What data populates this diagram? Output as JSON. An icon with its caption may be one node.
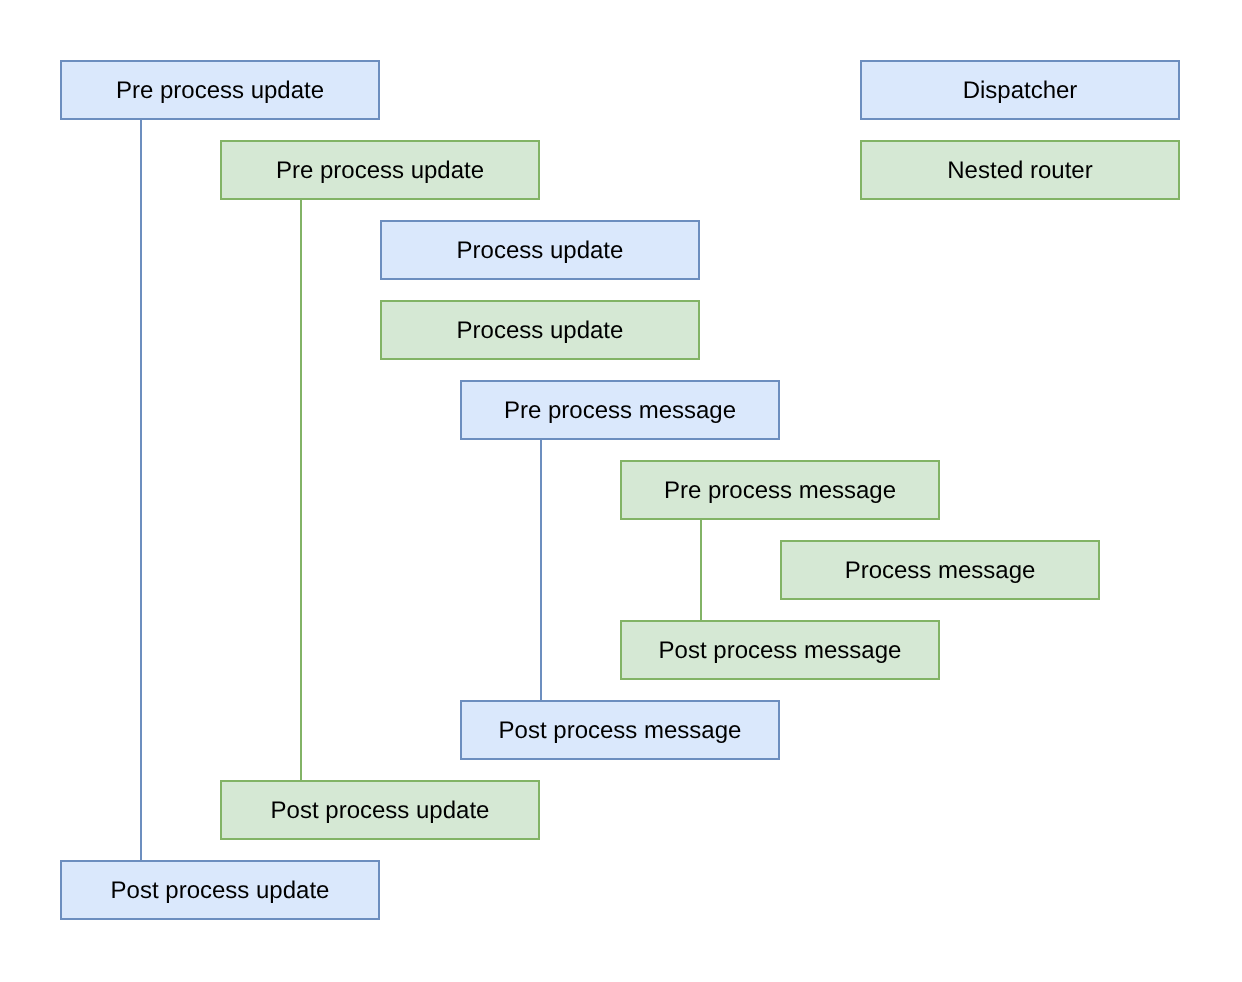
{
  "diagram": {
    "nodes": [
      {
        "text": [
          "Pre process update"
        ]
      },
      {
        "text": [
          "Pre process update"
        ]
      },
      {
        "text": [
          "Process update"
        ]
      },
      {
        "text": [
          "Process update"
        ]
      },
      {
        "text": [
          "Pre process message"
        ]
      },
      {
        "text": [
          "Pre process message"
        ]
      },
      {
        "text": [
          "Process message"
        ]
      },
      {
        "text": [
          "Post process message"
        ]
      },
      {
        "text": [
          "Post process message"
        ]
      },
      {
        "text": [
          "Post process update"
        ]
      },
      {
        "text": [
          "Post process update"
        ]
      }
    ],
    "edges": [
      {
        "from": 0,
        "to": 10,
        "arrow": "none",
        "color": "#6c8ebf"
      },
      {
        "from": 1,
        "to": 9,
        "arrow": "none",
        "color": "#82b366"
      },
      {
        "from": 4,
        "to": 8,
        "arrow": "none",
        "color": "#6c8ebf"
      },
      {
        "from": 5,
        "to": 7,
        "arrow": "none",
        "color": "#82b366"
      }
    ],
    "legend": [
      {
        "text": "Dispatcher",
        "color": "#dae8fc"
      },
      {
        "text": "Nested router",
        "color": "#d5e8d4"
      }
    ]
  }
}
